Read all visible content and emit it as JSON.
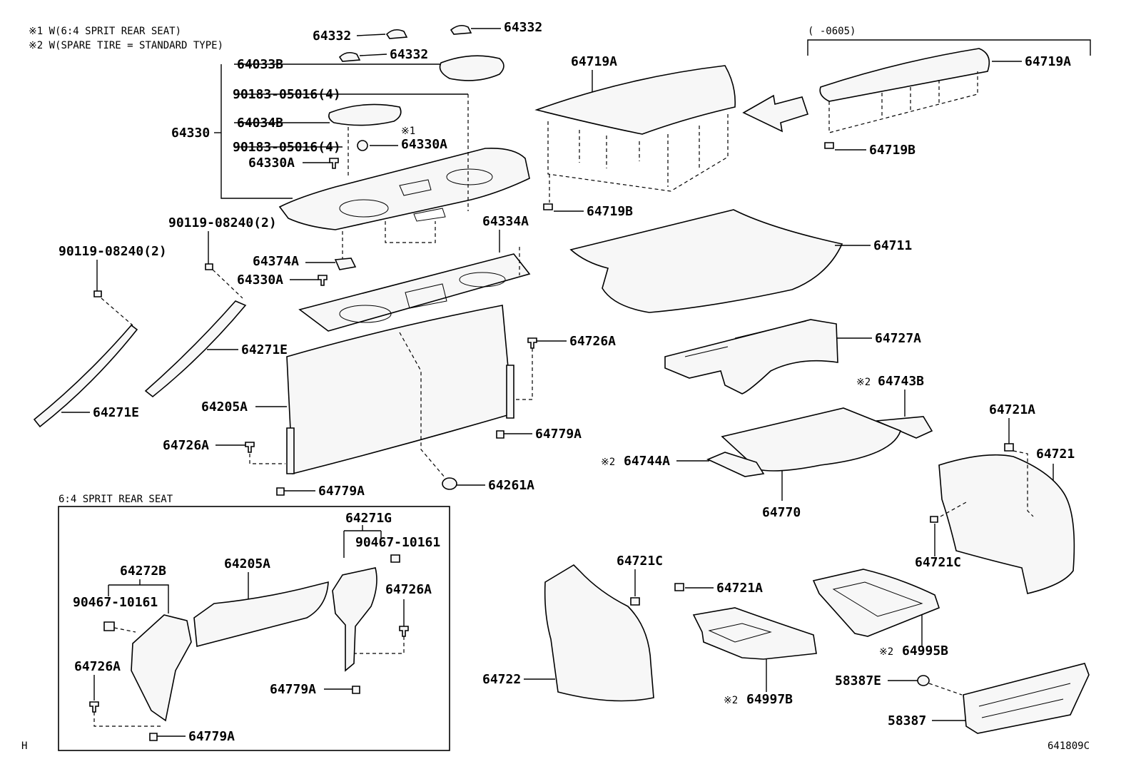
{
  "notes": {
    "note1": "※1 W(6:4 SPRIT REAR SEAT)",
    "note2": "※2 W(SPARE TIRE = STANDARD TYPE)",
    "date_range": "(    -0605)",
    "inset_title": "6:4 SPRIT REAR SEAT",
    "corner_left": "H",
    "diagram_code": "641809C"
  },
  "mark1": "※1",
  "mark2": "※2",
  "parts": {
    "p64332_a": "64332",
    "p64332_b": "64332",
    "p64332_c": "64332",
    "p64033B": "64033B",
    "p90183_a": "90183-05016(4)",
    "p64034B": "64034B",
    "p64330": "64330",
    "p90183_b": "90183-05016(4)",
    "p64330A_a": "64330A",
    "p64330A_b": "64330A",
    "p64330A_c": "64330A",
    "p90119_a": "90119-08240(2)",
    "p90119_b": "90119-08240(2)",
    "p64374A": "64374A",
    "p64334A": "64334A",
    "p64271E_a": "64271E",
    "p64271E_b": "64271E",
    "p64205A_a": "64205A",
    "p64726A_a": "64726A",
    "p64726A_b": "64726A",
    "p64779A_a": "64779A",
    "p64779A_b": "64779A",
    "p64261A": "64261A",
    "p64719A_a": "64719A",
    "p64719A_b": "64719A",
    "p64719B_a": "64719B",
    "p64719B_b": "64719B",
    "p64711": "64711",
    "p64727A": "64727A",
    "p64743B": "64743B",
    "p64744A": "64744A",
    "p64770": "64770",
    "p64721A_a": "64721A",
    "p64721": "64721",
    "p64721C_a": "64721C",
    "p64721C_b": "64721C",
    "p64721A_b": "64721A",
    "p64722": "64722",
    "p64997B": "64997B",
    "p64995B": "64995B",
    "p58387E": "58387E",
    "p58387": "58387",
    "p64271G": "64271G",
    "p90467_a": "90467-10161",
    "p64272B": "64272B",
    "p90467_b": "90467-10161",
    "p64205A_b": "64205A",
    "p64726A_c": "64726A",
    "p64726A_d": "64726A",
    "p64779A_c": "64779A",
    "p64779A_d": "64779A"
  },
  "colors": {
    "line": "#000000",
    "background": "#ffffff",
    "part_fill": "#f7f7f7"
  }
}
